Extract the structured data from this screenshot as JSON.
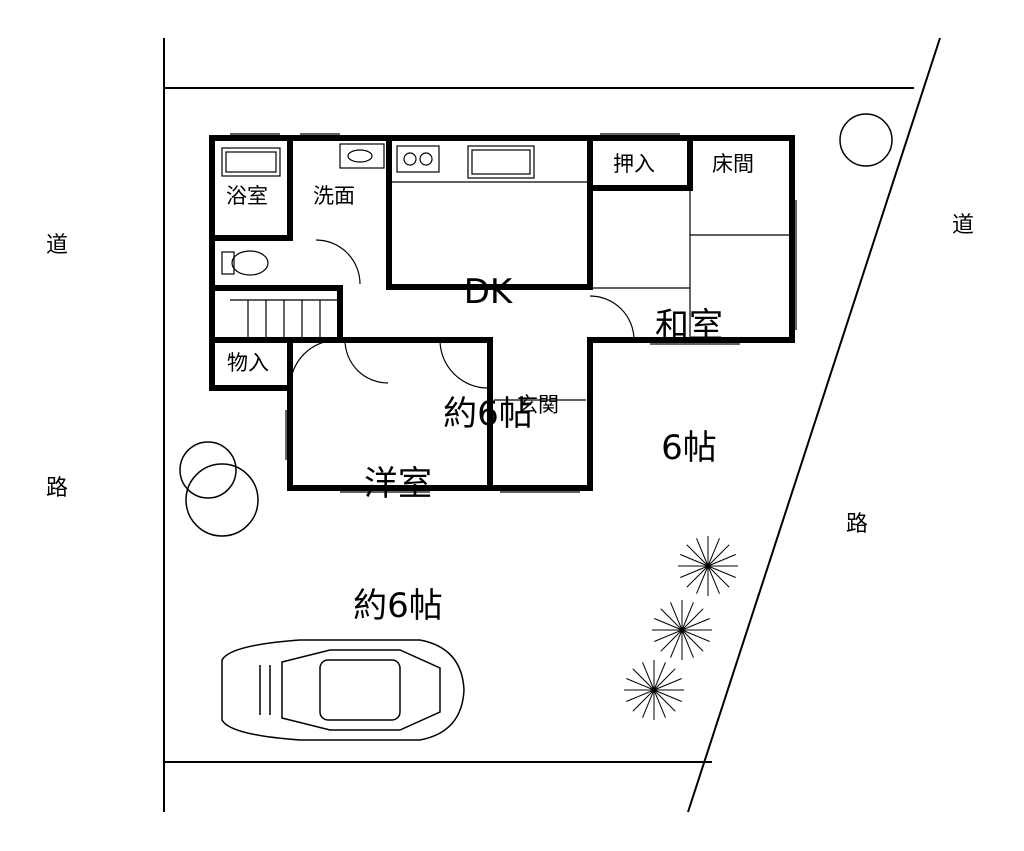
{
  "road_labels": {
    "left_top": "道",
    "left_bottom": "路",
    "right_top": "道",
    "right_bottom": "路"
  },
  "rooms": {
    "dk": {
      "line1": "DK",
      "line2": "約6帖"
    },
    "washitsu": {
      "line1": "和室",
      "line2": "6帖"
    },
    "yoshitsu": {
      "line1": "洋室",
      "line2": "約6帖"
    },
    "bath": "浴室",
    "washroom": "洗面",
    "closet": "押入",
    "tokonoma": "床間",
    "storage": "物入",
    "entrance": "玄関"
  },
  "colors": {
    "line": "#000000",
    "background": "#ffffff"
  }
}
